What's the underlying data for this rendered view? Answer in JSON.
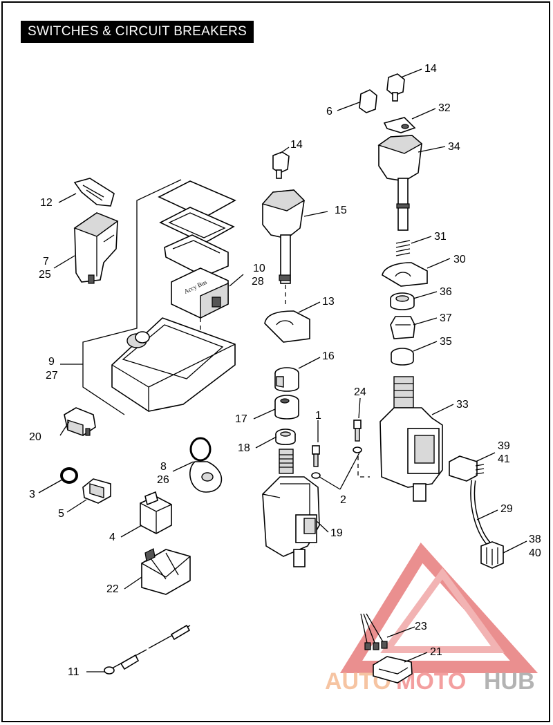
{
  "title": "SWITCHES & CIRCUIT BREAKERS",
  "callouts": {
    "c1": "1",
    "c2": "2",
    "c3": "3",
    "c4": "4",
    "c5": "5",
    "c6": "6",
    "c7": "7",
    "c25": "25",
    "c8": "8",
    "c26": "26",
    "c9": "9",
    "c27": "27",
    "c10": "10",
    "c28": "28",
    "c11": "11",
    "c12": "12",
    "c13": "13",
    "c14a": "14",
    "c14b": "14",
    "c15": "15",
    "c16": "16",
    "c17": "17",
    "c18": "18",
    "c19": "19",
    "c20": "20",
    "c21": "21",
    "c22": "22",
    "c23": "23",
    "c24": "24",
    "c29": "29",
    "c30": "30",
    "c31": "31",
    "c32": "32",
    "c33": "33",
    "c34": "34",
    "c35": "35",
    "c36": "36",
    "c37": "37",
    "c38": "38",
    "c40": "40",
    "c39": "39",
    "c41": "41"
  },
  "watermark": {
    "auto": "AUTO",
    "moto": "MOTO",
    "hub": "HUB",
    "colors": {
      "auto": "#f4b183",
      "moto": "#f08080",
      "hub": "#9a9a9a",
      "triangle": "#e05555"
    }
  }
}
